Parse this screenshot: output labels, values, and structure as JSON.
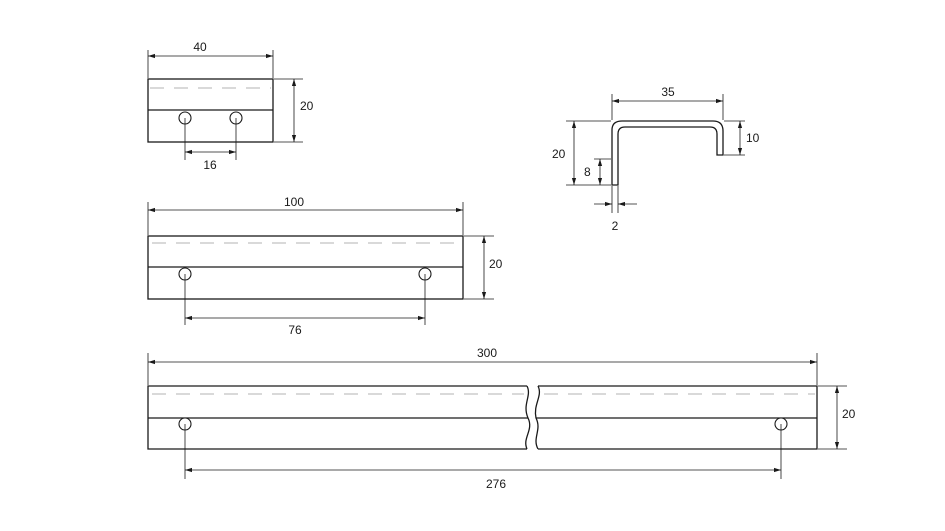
{
  "views": {
    "small": {
      "width": "40",
      "height": "20",
      "hole_spacing": "16"
    },
    "medium": {
      "width": "100",
      "height": "20",
      "hole_spacing": "76"
    },
    "large": {
      "width": "300",
      "height": "20",
      "hole_spacing": "276"
    },
    "profile": {
      "width": "35",
      "height": "20",
      "lip_height": "10",
      "leg_height": "8",
      "thickness": "2"
    }
  }
}
